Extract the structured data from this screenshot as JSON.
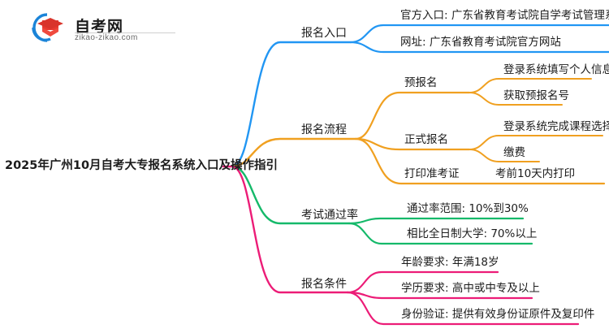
{
  "logo": {
    "brand": "自考网",
    "url": "zikao-zikao.com",
    "mark_icon": "graduation-cap-icon"
  },
  "mindmap": {
    "root": {
      "label": "2025年广州10月自考大专报名系统入口及操作指引"
    },
    "branches": [
      {
        "label": "报名入口",
        "color": "#2196f3",
        "children": [
          {
            "label": "官方入口: 广东省教育考试院自学考试管理系统"
          },
          {
            "label": "网址: 广东省教育考试院官方网站"
          }
        ]
      },
      {
        "label": "报名流程",
        "color": "#f0a020",
        "children": [
          {
            "label": "预报名",
            "children": [
              {
                "label": "登录系统填写个人信息"
              },
              {
                "label": "获取预报名号"
              }
            ]
          },
          {
            "label": "正式报名",
            "children": [
              {
                "label": "登录系统完成课程选择"
              },
              {
                "label": "缴费"
              }
            ]
          },
          {
            "label": "打印准考证",
            "children": [
              {
                "label": "考前10天内打印"
              }
            ]
          }
        ]
      },
      {
        "label": "考试通过率",
        "color": "#15b96a",
        "children": [
          {
            "label": "通过率范围: 10%到30%"
          },
          {
            "label": "相比全日制大学: 70%以上"
          }
        ]
      },
      {
        "label": "报名条件",
        "color": "#ec1c77",
        "children": [
          {
            "label": "年龄要求: 年满18岁"
          },
          {
            "label": "学历要求: 高中或中专及以上"
          },
          {
            "label": "身份验证: 提供有效身份证原件及复印件"
          }
        ]
      }
    ]
  }
}
